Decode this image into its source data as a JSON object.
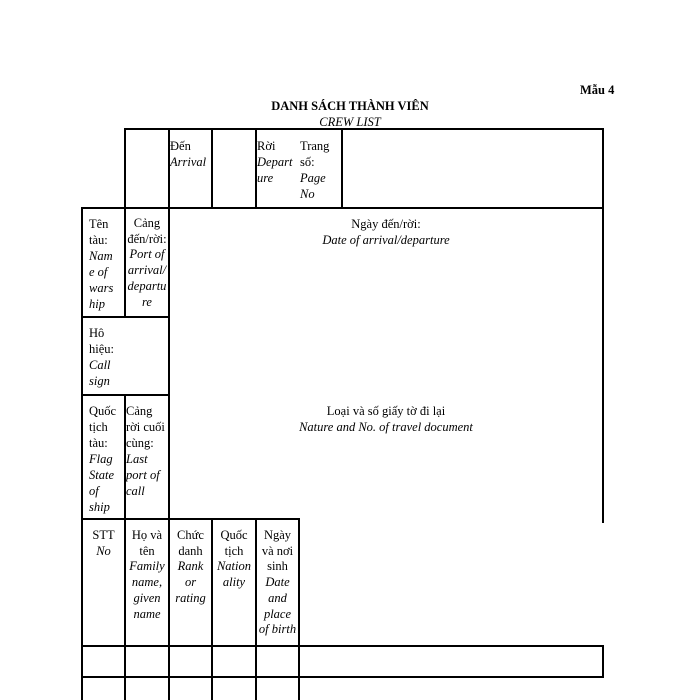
{
  "form_code": "Mẫu 4",
  "title_vi": "DANH SÁCH THÀNH VIÊN",
  "title_en": "CREW LIST",
  "header": {
    "arrival_vi": "Đến",
    "arrival_en": "Arrival",
    "departure_vi": "Rời",
    "departure_en_1": "Depart",
    "departure_en_2": "ure",
    "page_vi_1": "Trang",
    "page_vi_2": "số:",
    "page_en_1": "Page",
    "page_en_2": "No"
  },
  "ship_name": {
    "vi_1": "Tên",
    "vi_2": "tàu:",
    "en_1": "Nam",
    "en_2": "e of",
    "en_3": "wars",
    "en_4": "hip"
  },
  "port": {
    "vi_1": "Cảng",
    "vi_2": "đến/rời:",
    "en_1": "Port of",
    "en_2": "arrival/",
    "en_3": "departu",
    "en_4": "re"
  },
  "date_field": {
    "vi": "Ngày đến/rời:",
    "en": "Date of arrival/departure"
  },
  "call_sign": {
    "vi_1": "Hô",
    "vi_2": "hiệu:",
    "en_1": "Call",
    "en_2": "sign"
  },
  "flag_state": {
    "vi_1": "Quốc",
    "vi_2": "tịch",
    "vi_3": "tàu:",
    "en_1": "Flag",
    "en_2": "State",
    "en_3": "of",
    "en_4": "ship"
  },
  "last_port": {
    "vi_1": "Cảng",
    "vi_2": "rời cuối",
    "vi_3": "cùng:",
    "en_1": "Last",
    "en_2": "port of",
    "en_3": "call"
  },
  "travel_doc": {
    "vi": "Loại và số giấy tờ đi lại",
    "en": "Nature and No. of travel document"
  },
  "columns": {
    "no": {
      "vi": "STT",
      "en": "No"
    },
    "name": {
      "vi_1": "Họ và",
      "vi_2": "tên",
      "en_1": "Family",
      "en_2": "name,",
      "en_3": "given",
      "en_4": "name"
    },
    "rank": {
      "vi_1": "Chức",
      "vi_2": "danh",
      "en_1": "Rank",
      "en_2": "or",
      "en_3": "rating"
    },
    "nationality": {
      "vi_1": "Quốc",
      "vi_2": "tịch",
      "en_1": "Nation",
      "en_2": "ality"
    },
    "birth": {
      "vi_1": "Ngày",
      "vi_2": "và nơi",
      "vi_3": "sinh",
      "en_1": "Date",
      "en_2": "and",
      "en_3": "place",
      "en_4": "of birth"
    }
  }
}
